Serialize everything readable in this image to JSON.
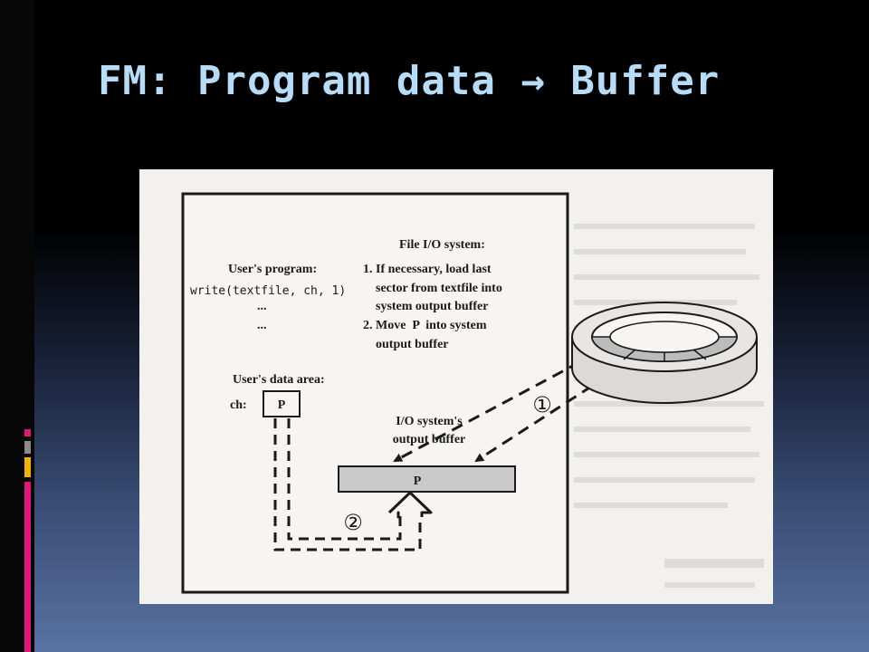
{
  "slide": {
    "title": "FM: Program data → Buffer"
  },
  "diagram": {
    "file_io_heading": "File I/O system:",
    "file_io_steps": [
      "1. If necessary, load last",
      "    sector from textfile into",
      "    system output buffer",
      "2. Move  P  into system",
      "    output buffer"
    ],
    "users_program_label": "User's program:",
    "program_line": "write(textfile, ch, 1)",
    "ellipsis_1": "...",
    "ellipsis_2": "...",
    "data_area_label": "User's data area:",
    "ch_label": "ch:",
    "ch_value": "P",
    "buffer_label_line1": "I/O system's",
    "buffer_label_line2": "output buffer",
    "buffer_value": "P",
    "step_1_marker": "①",
    "step_2_marker": "②"
  },
  "colors": {
    "title": "#b7dcf7",
    "accent_pink": "#e0187c",
    "accent_gold": "#f0b400",
    "accent_gray": "#8a8a8a"
  }
}
